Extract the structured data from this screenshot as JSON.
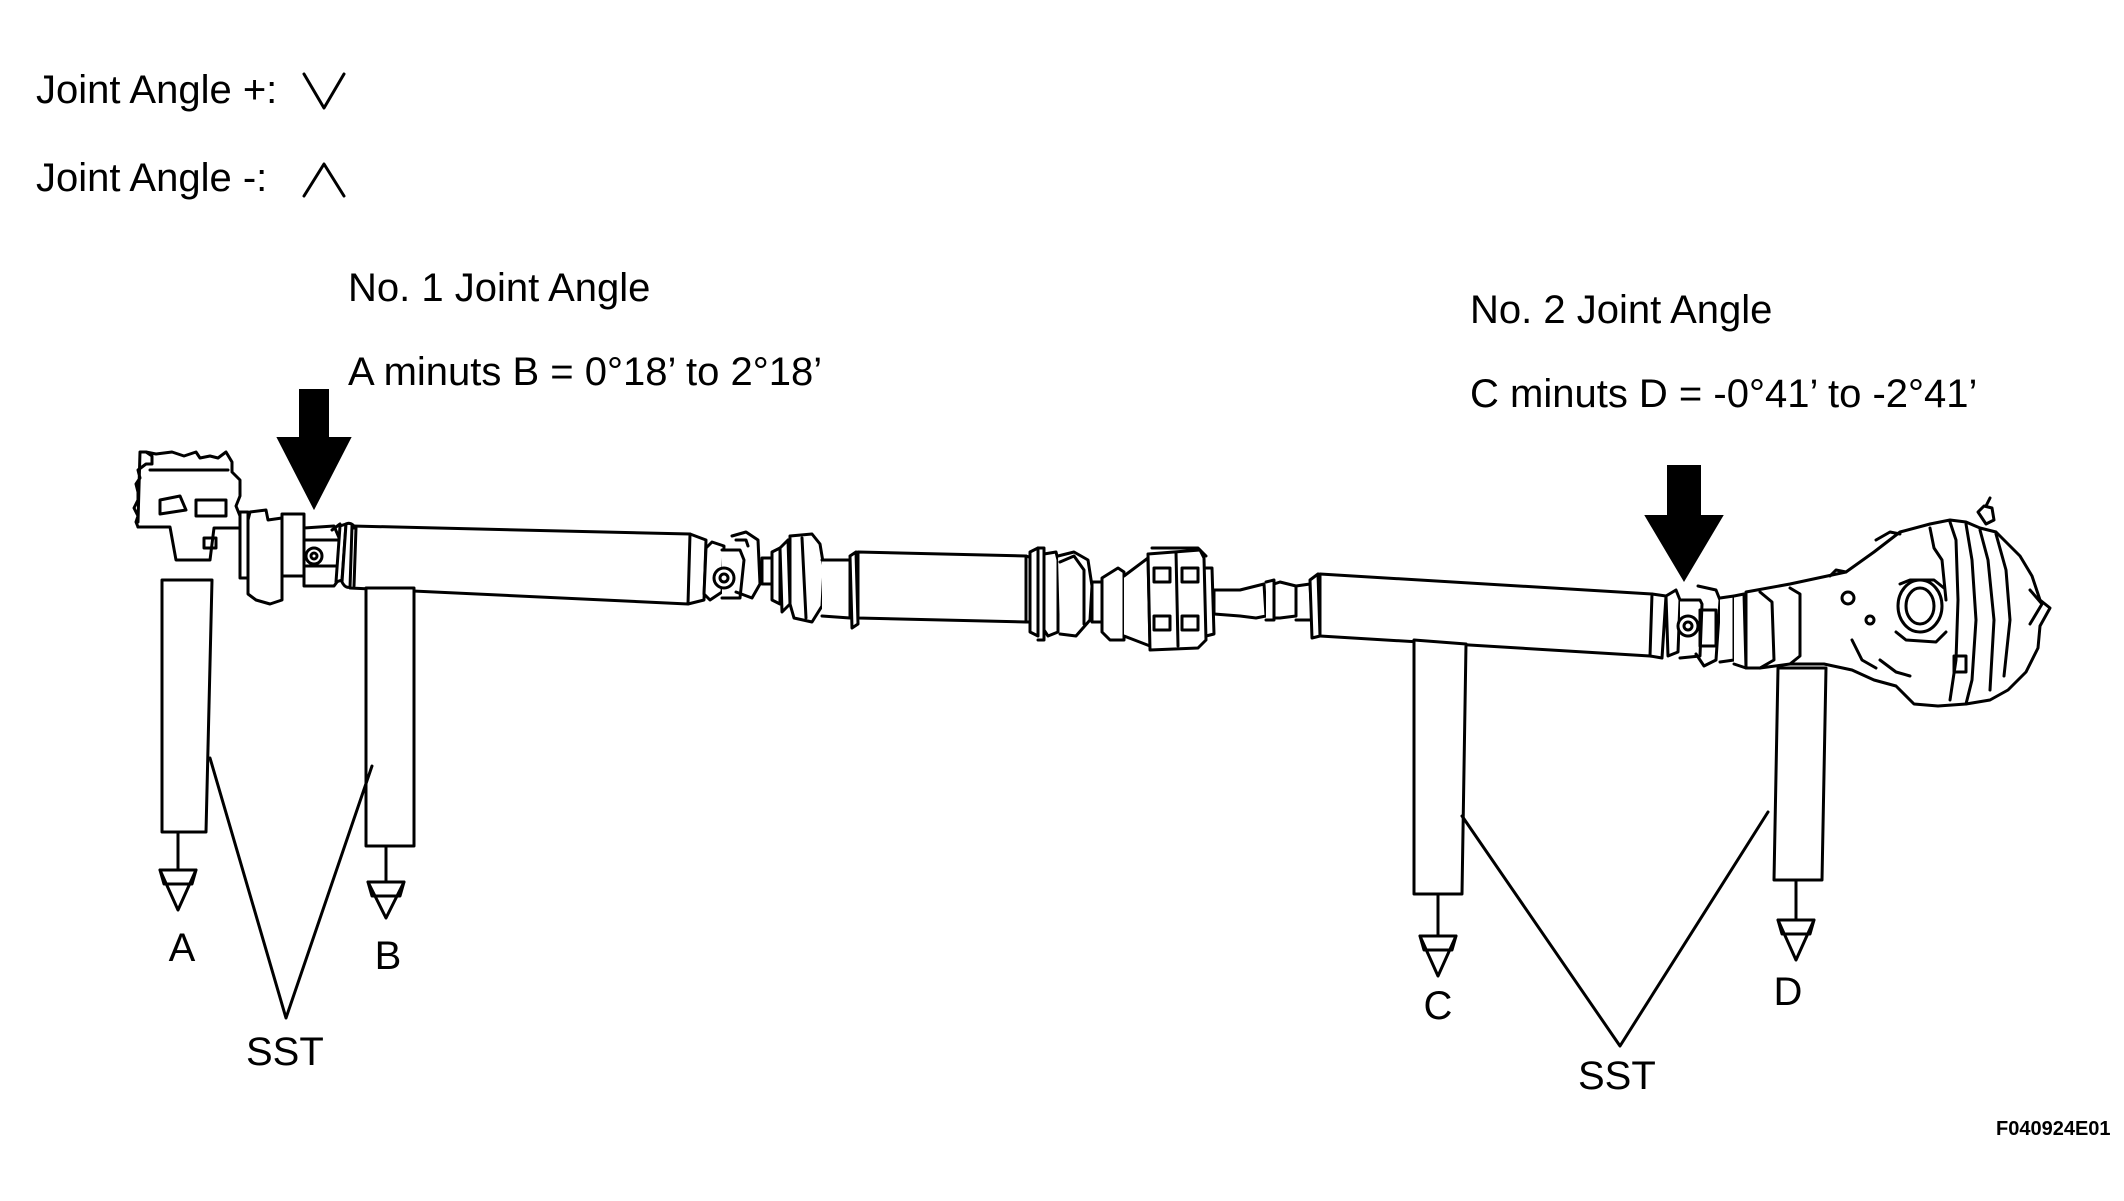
{
  "legend": {
    "plus_label": "Joint Angle +:",
    "minus_label": "Joint Angle -:"
  },
  "joint1": {
    "title": "No. 1 Joint Angle",
    "spec": "A minuts B = 0°18’ to 2°18’"
  },
  "joint2": {
    "title": "No. 2 Joint Angle",
    "spec": "C minuts D = -0°41’ to -2°41’"
  },
  "points": {
    "a": "A",
    "b": "B",
    "c": "C",
    "d": "D"
  },
  "tool": {
    "left": "SST",
    "right": "SST"
  },
  "figure_id": "F040924E01",
  "colors": {
    "line": "#000000",
    "fill": "#ffffff",
    "background": "#ffffff"
  }
}
